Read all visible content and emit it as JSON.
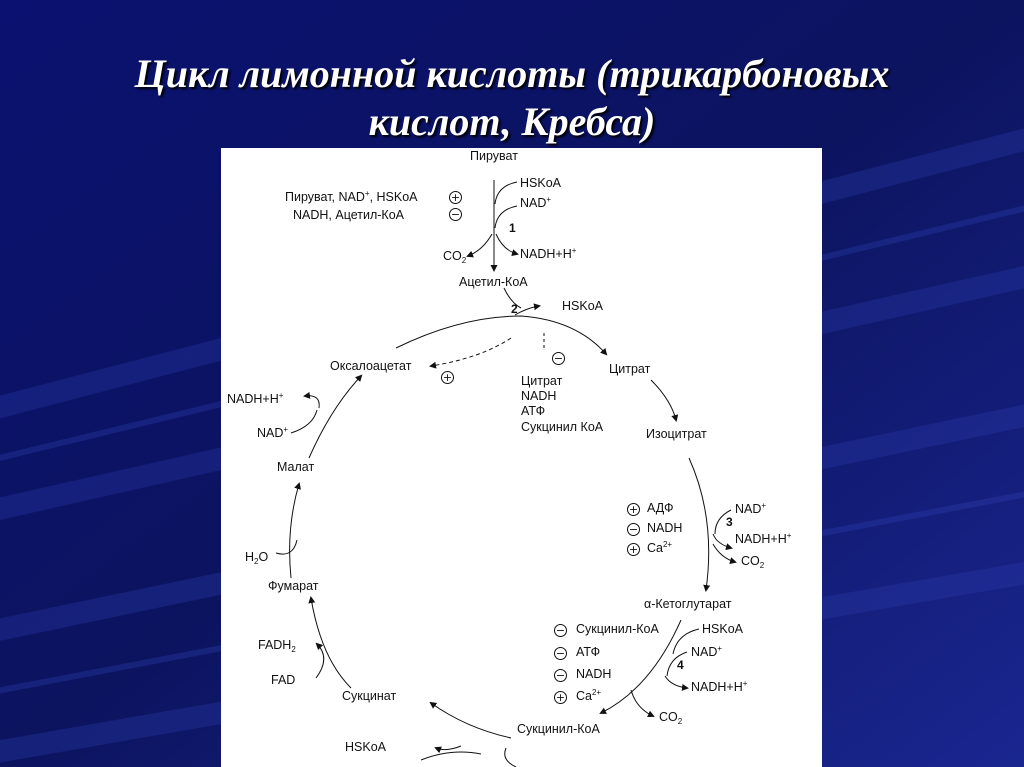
{
  "title": {
    "line1": "Цикл лимонной кислоты (трикарбоновых",
    "line2": "кислот, Кребса)"
  },
  "colors": {
    "background": "#0b1268",
    "panel": "#ffffff",
    "ink": "#111111"
  },
  "diagram": {
    "top": {
      "pyruvate": "Пируват",
      "hskoa_in": "HSKoA",
      "nad": "NAD",
      "nad_sup": "+",
      "step1": "1",
      "co2": "CO",
      "co2_sub": "2",
      "nadh_h": "NADH+H",
      "nadh_h_sup": "+",
      "acetyl_coa": "Ацетил-КоА",
      "activators": {
        "a": "Пируват, NAD",
        "a_sup": "+",
        "b": ", HSKoA",
        "sign": "+"
      },
      "inhibitors": {
        "text": "NADH, Ацетил-КоА",
        "sign": "−"
      }
    },
    "step2": {
      "num": "2",
      "hskoa_out": "HSKoA",
      "inhibit_sign": "−",
      "activate_sign": "+",
      "inhibitors": [
        "Цитрат",
        "NADH",
        "АТФ",
        "Сукцинил КоА"
      ]
    },
    "nodes": {
      "oxaloacetate": "Оксалоацетат",
      "citrate": "Цитрат",
      "isocitrate": "Изоцитрат",
      "akg_prefix": "α",
      "akg": "-Кетоглутарат",
      "succinyl_coa": "Сукцинил-КоА",
      "succinate": "Сукцинат",
      "fumarate": "Фумарат",
      "malate": "Малат"
    },
    "step3": {
      "num": "3",
      "regulators": [
        {
          "sign": "+",
          "label": "АДФ"
        },
        {
          "sign": "−",
          "label": "NADH"
        },
        {
          "sign": "+",
          "label": "Ca",
          "sup": "2+"
        }
      ],
      "nad": "NAD",
      "nad_sup": "+",
      "nadh_h": "NADH+H",
      "nadh_h_sup": "+",
      "co2": "CO",
      "co2_sub": "2"
    },
    "step4": {
      "num": "4",
      "regulators": [
        {
          "sign": "−",
          "label": "Сукцинил-КоА"
        },
        {
          "sign": "−",
          "label": "АТФ"
        },
        {
          "sign": "−",
          "label": "NADH"
        },
        {
          "sign": "+",
          "label": "Ca",
          "sup": "2+"
        }
      ],
      "hskoa": "HSKoA",
      "nad": "NAD",
      "nad_sup": "+",
      "nadh_h": "NADH+H",
      "nadh_h_sup": "+",
      "co2": "CO",
      "co2_sub": "2"
    },
    "left": {
      "nadh_h": "NADH+H",
      "nadh_h_sup": "+",
      "nad": "NAD",
      "nad_sup": "+",
      "h2o_h": "H",
      "h2o_sub": "2",
      "h2o_o": "O",
      "fadh": "FADH",
      "fadh_sub": "2",
      "fad": "FAD",
      "hskoa_bottom": "HSKoA"
    }
  }
}
